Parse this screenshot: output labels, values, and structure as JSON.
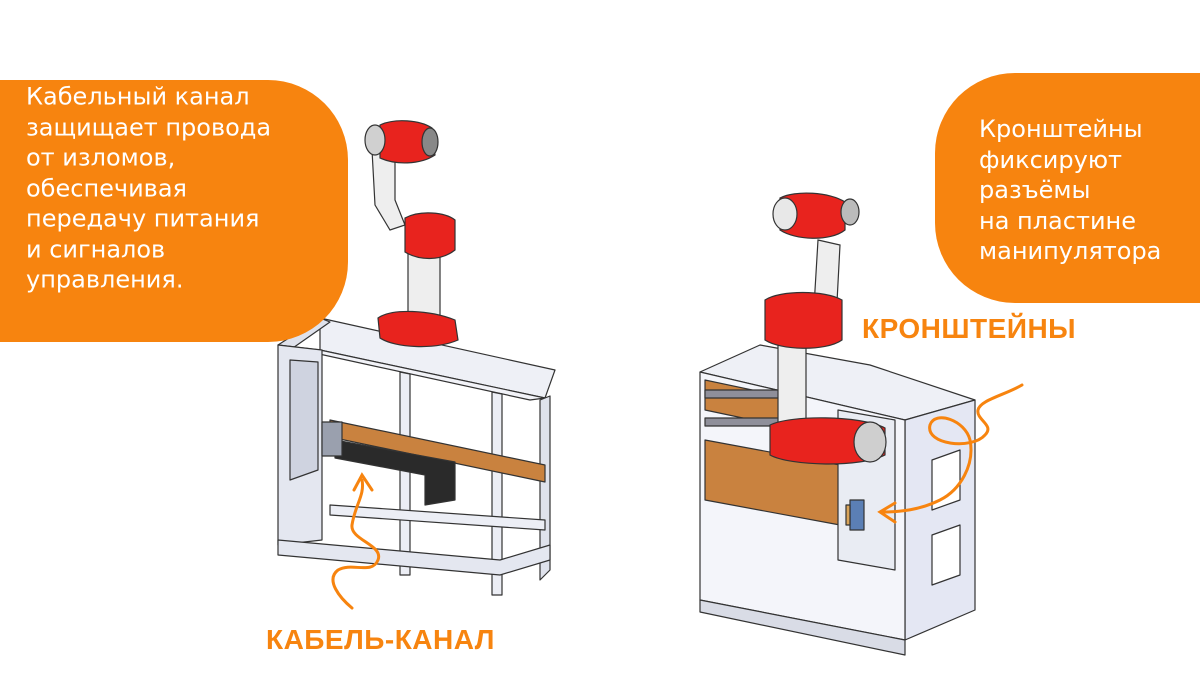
{
  "callouts": {
    "left": {
      "lines": [
        "Кабельный канал",
        "защищает провода",
        "от изломов,",
        "обеспечивая",
        "передачу питания",
        "и сигналов",
        "управления."
      ]
    },
    "right": {
      "lines": [
        "Кронштейны",
        "фиксируют",
        "разъёмы",
        "на пластине",
        "манипулятора"
      ]
    }
  },
  "labels": {
    "cable_channel": "КАБЕЛЬ-КАНАЛ",
    "brackets": "КРОНШТЕЙНЫ"
  },
  "colors": {
    "accent": "#f7840f",
    "robot_red": "#e8231e",
    "wood": "#c9823f",
    "frame": "#e7e9f2",
    "outline": "#333333"
  }
}
